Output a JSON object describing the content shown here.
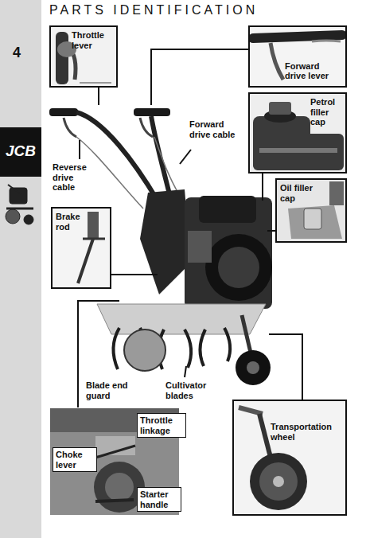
{
  "diagram": {
    "title": "PARTS IDENTIFICATION",
    "nodes": [
      {
        "text": [
          "Throttle lever"
        ]
      },
      {
        "text": [
          "Forward drive lever"
        ]
      },
      {
        "text": [
          "Petrol filler cap"
        ]
      },
      {
        "text": [
          "Oil filler cap"
        ]
      },
      {
        "text": [
          "Brake rod"
        ]
      },
      {
        "text": [
          "Throttle linkage"
        ]
      },
      {
        "text": [
          "Choke lever"
        ]
      },
      {
        "text": [
          "Starter handle"
        ]
      },
      {
        "text": [
          "Transportation wheel"
        ]
      }
    ],
    "labels": [
      "4",
      "JCB",
      "Forward drive cable",
      "Reverse drive cable",
      "Blade end guard",
      "Cultivator blades"
    ]
  }
}
